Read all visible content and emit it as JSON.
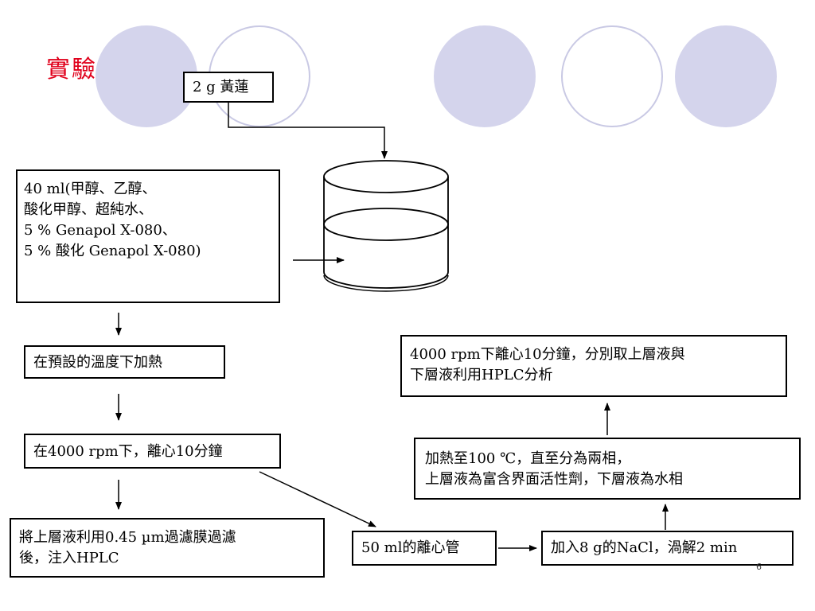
{
  "slide": {
    "title": "實驗",
    "page_number": "6"
  },
  "boxes": {
    "sample": "2 g 黃蓮",
    "solvent": {
      "lines": [
        "40 ml(甲醇、乙醇、",
        "酸化甲醇、超純水、",
        "5 % Genapol X-080、",
        "5 % 酸化 Genapol X-080)"
      ]
    },
    "heat": "在預設的溫度下加熱",
    "centrifuge": "在4000 rpm下，離心10分鐘",
    "filter": {
      "lines": [
        "將上層液利用0.45 µm過濾膜過濾",
        "後，注入HPLC"
      ]
    },
    "tube": "50 ml的離心管",
    "nacl": "加入8 g的NaCl，渦解2 min",
    "phase": {
      "lines": [
        "加熱至100 ℃，直至分為兩相，",
        "上層液為富含界面活性劑，下層液為水相"
      ]
    },
    "analysis": {
      "lines": [
        "4000 rpm下離心10分鐘，分別取上層液與",
        "下層液利用HPLC分析"
      ]
    }
  },
  "colors": {
    "title": "#e0001b",
    "deco_fill": "#d4d4ec",
    "deco_ring": "#c9c9e4"
  }
}
